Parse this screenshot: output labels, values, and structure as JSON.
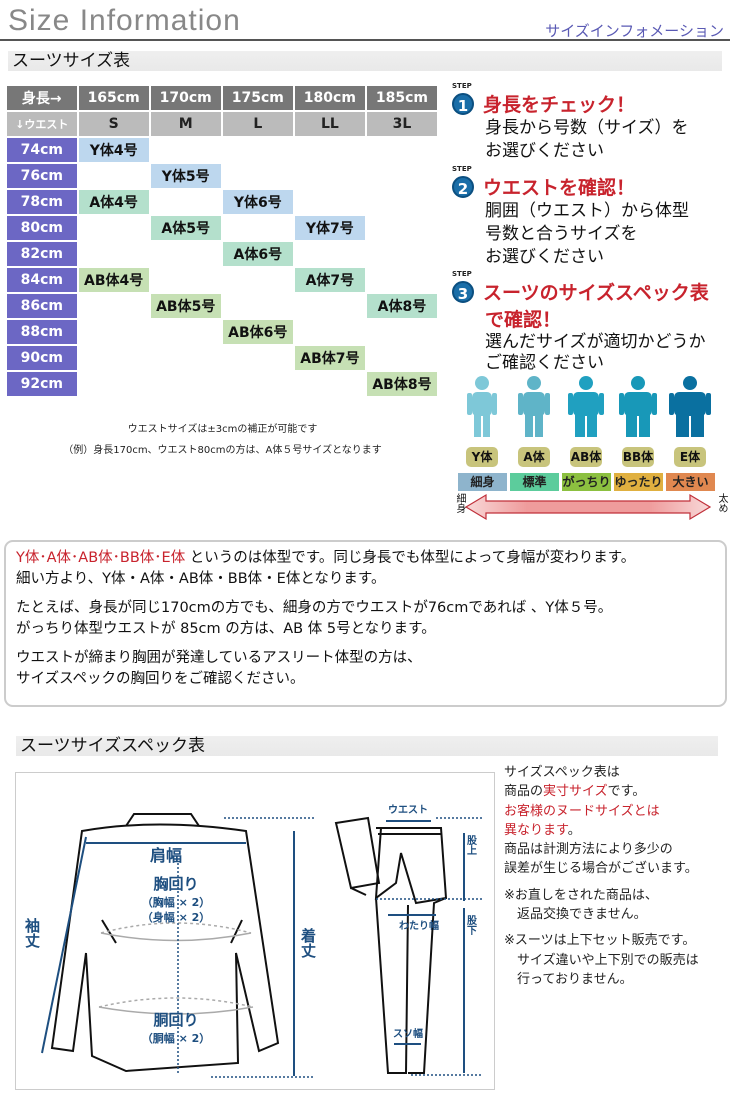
{
  "header": {
    "title": "Size Information",
    "subtitle": "サイズインフォメーション"
  },
  "section1": {
    "title": "スーツサイズ表"
  },
  "table": {
    "corner_top": "身長→",
    "corner_bottom": "↓ウエスト",
    "heights": [
      "165cm",
      "170cm",
      "175cm",
      "180cm",
      "185cm"
    ],
    "sizes": [
      "S",
      "M",
      "L",
      "LL",
      "3L"
    ],
    "rows": [
      {
        "waist": "74cm",
        "cells": [
          "Y体4号",
          "",
          "",
          "",
          ""
        ]
      },
      {
        "waist": "76cm",
        "cells": [
          "",
          "Y体5号",
          "",
          "",
          ""
        ]
      },
      {
        "waist": "78cm",
        "cells": [
          "A体4号",
          "",
          "Y体6号",
          "",
          ""
        ]
      },
      {
        "waist": "80cm",
        "cells": [
          "",
          "A体5号",
          "",
          "Y体7号",
          ""
        ]
      },
      {
        "waist": "82cm",
        "cells": [
          "",
          "",
          "A体6号",
          "",
          ""
        ]
      },
      {
        "waist": "84cm",
        "cells": [
          "AB体4号",
          "",
          "",
          "A体7号",
          ""
        ]
      },
      {
        "waist": "86cm",
        "cells": [
          "",
          "AB体5号",
          "",
          "",
          "A体8号"
        ]
      },
      {
        "waist": "88cm",
        "cells": [
          "",
          "",
          "AB体6号",
          "",
          ""
        ]
      },
      {
        "waist": "90cm",
        "cells": [
          "",
          "",
          "",
          "AB体7号",
          ""
        ]
      },
      {
        "waist": "92cm",
        "cells": [
          "",
          "",
          "",
          "",
          "AB体8号"
        ]
      }
    ],
    "colors": {
      "Y": "#bdd7ee",
      "A": "#b4e0cc",
      "AB": "#c6e0b4",
      "waist": "#6c67c4"
    }
  },
  "notes": [
    "ウエストサイズは±3cmの補正が可能です",
    "（例）身長170cm、ウエスト80cmの方は、A体５号サイズとなります"
  ],
  "steps": [
    {
      "label": "STEP",
      "num": "1",
      "title": "身長をチェック！",
      "lines": [
        "身長から号数（サイズ）を",
        "お選びください"
      ]
    },
    {
      "label": "STEP",
      "num": "2",
      "title": "ウエストを確認！",
      "lines": [
        "胴囲（ウエスト）から体型",
        "号数と合うサイズを",
        "お選びください"
      ]
    },
    {
      "label": "STEP",
      "num": "3",
      "title": "スーツのサイズスペック表",
      "title2": "で確認！",
      "lines": [
        "選んだサイズが適切かどうか",
        "ご確認ください"
      ]
    }
  ],
  "body_types": [
    {
      "badge": "Y体",
      "tag": "細身",
      "color": "#7ec8d8",
      "tagColor": "#8eb4cc"
    },
    {
      "badge": "A体",
      "tag": "標準",
      "color": "#5fb4c8",
      "tagColor": "#5ccc9c"
    },
    {
      "badge": "AB体",
      "tag": "がっちり",
      "color": "#20a0c0",
      "tagColor": "#8cc040"
    },
    {
      "badge": "BB体",
      "tag": "ゆったり",
      "color": "#1898b8",
      "tagColor": "#e0b040"
    },
    {
      "badge": "E体",
      "tag": "大きい",
      "color": "#0a70a0",
      "tagColor": "#e08850"
    }
  ],
  "scale": {
    "left": "細身",
    "right": "太め"
  },
  "explanation": {
    "p1_red": "Y体･A体･AB体･BB体･E体",
    "p1": " というのは体型です。同じ身長でも体型によって身幅が変わります。",
    "p1b": "細い方より、Y体・A体・AB体・BB体・E体となります。",
    "p2a": "たとえば、身長が同じ170cmの方でも、細身の方でウエストが76cmであれば 、Y体５号。",
    "p2b": "がっちり体型ウエストが 85cm の方は、AB 体 5号となります。",
    "p3a": "ウエストが締まり胸囲が発達しているアスリート体型の方は、",
    "p3b": "サイズスペックの胸回りをご確認ください。"
  },
  "section2": {
    "title": "スーツサイズスペック表"
  },
  "diagram": {
    "shoulder": "肩幅",
    "chest": "胸回り",
    "chest_sub1": "（胸幅 × 2）",
    "chest_sub2": "（身幅 × 2）",
    "waist_j": "胴回り",
    "waist_j_sub": "（胴幅 × 2）",
    "sleeve": "袖丈",
    "length": "着丈",
    "waist_p": "ウエスト",
    "rise": "股上",
    "thigh": "わたり幅",
    "inseam": "股下",
    "hem": "スソ幅"
  },
  "spec_notes": {
    "l1": "サイズスペック表は",
    "l2a": "商品の",
    "l2red": "実寸サイズ",
    "l2b": "です。",
    "l3red": "お客様のヌードサイズとは",
    "l4red": "異なります",
    "l4b": "。",
    "l5": "商品は計測方法により多少の",
    "l6": "誤差が生じる場合がございます。",
    "l7": "※お直しをされた商品は、",
    "l8": "　返品交換できません。",
    "l9": "※スーツは上下セット販売です。",
    "l10": "　サイズ違いや上下別での販売は",
    "l11": "　行っておりません。"
  }
}
